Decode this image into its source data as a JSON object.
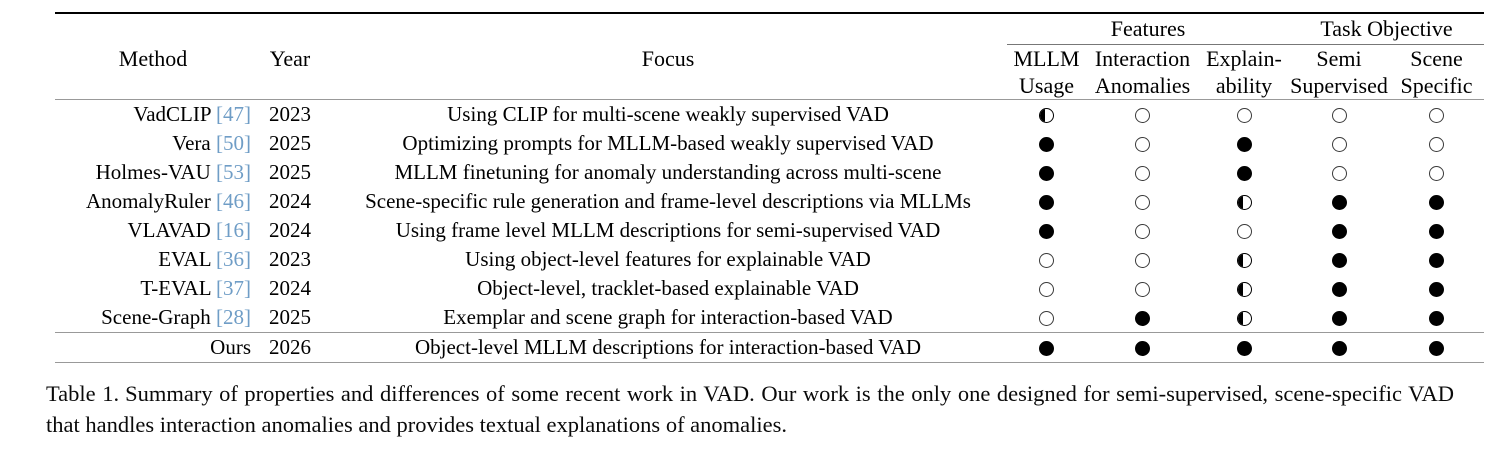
{
  "table": {
    "group_headers": [
      {
        "label": "Features",
        "span": 3
      },
      {
        "label": "Task Objective",
        "span": 2
      }
    ],
    "columns": {
      "method": "Method",
      "year": "Year",
      "focus": "Focus",
      "mllm_usage_l1": "MLLM",
      "mllm_usage_l2": "Usage",
      "interaction_l1": "Interaction",
      "interaction_l2": "Anomalies",
      "explain_l1": "Explain-",
      "explain_l2": "ability",
      "semi_l1": "Semi",
      "semi_l2": "Supervised",
      "scene_l1": "Scene",
      "scene_l2": "Specific"
    },
    "rows": [
      {
        "method": "VadCLIP",
        "cite": "[47]",
        "year": "2023",
        "focus": "Using CLIP for multi-scene weakly supervised VAD",
        "marks": [
          "half",
          "empty",
          "empty",
          "empty",
          "empty"
        ]
      },
      {
        "method": "Vera",
        "cite": "[50]",
        "year": "2025",
        "focus": "Optimizing prompts for MLLM-based weakly supervised VAD",
        "marks": [
          "full",
          "empty",
          "full",
          "empty",
          "empty"
        ]
      },
      {
        "method": "Holmes-VAU",
        "cite": "[53]",
        "year": "2025",
        "focus": "MLLM finetuning for anomaly understanding across multi-scene",
        "marks": [
          "full",
          "empty",
          "full",
          "empty",
          "empty"
        ]
      },
      {
        "method": "AnomalyRuler",
        "cite": "[46]",
        "year": "2024",
        "focus": "Scene-specific rule generation and frame-level descriptions via MLLMs",
        "marks": [
          "full",
          "empty",
          "half",
          "full",
          "full"
        ]
      },
      {
        "method": "VLAVAD",
        "cite": "[16]",
        "year": "2024",
        "focus": "Using frame level MLLM descriptions for semi-supervised VAD",
        "marks": [
          "full",
          "empty",
          "empty",
          "full",
          "full"
        ]
      },
      {
        "method": "EVAL",
        "cite": "[36]",
        "year": "2023",
        "focus": "Using object-level features for explainable VAD",
        "marks": [
          "empty",
          "empty",
          "half",
          "full",
          "full"
        ]
      },
      {
        "method": "T-EVAL",
        "cite": "[37]",
        "year": "2024",
        "focus": "Object-level, tracklet-based explainable VAD",
        "marks": [
          "empty",
          "empty",
          "half",
          "full",
          "full"
        ]
      },
      {
        "method": "Scene-Graph",
        "cite": "[28]",
        "year": "2025",
        "focus": "Exemplar and scene graph for interaction-based VAD",
        "marks": [
          "empty",
          "full",
          "half",
          "full",
          "full"
        ]
      }
    ],
    "ours_row": {
      "method": "Ours",
      "cite": "",
      "year": "2026",
      "focus": "Object-level MLLM descriptions for interaction-based VAD",
      "marks": [
        "full",
        "full",
        "full",
        "full",
        "full"
      ]
    }
  },
  "caption": {
    "number": "Table 1.",
    "text": "Summary of properties and differences of some recent work in VAD. Our work is the only one designed for semi-supervised, scene-specific VAD that handles interaction anomalies and provides textual explanations of anomalies."
  },
  "colors": {
    "citation": "#6f9dc6",
    "rule_heavy": "#000000",
    "rule_light": "#999999",
    "text": "#000000"
  }
}
